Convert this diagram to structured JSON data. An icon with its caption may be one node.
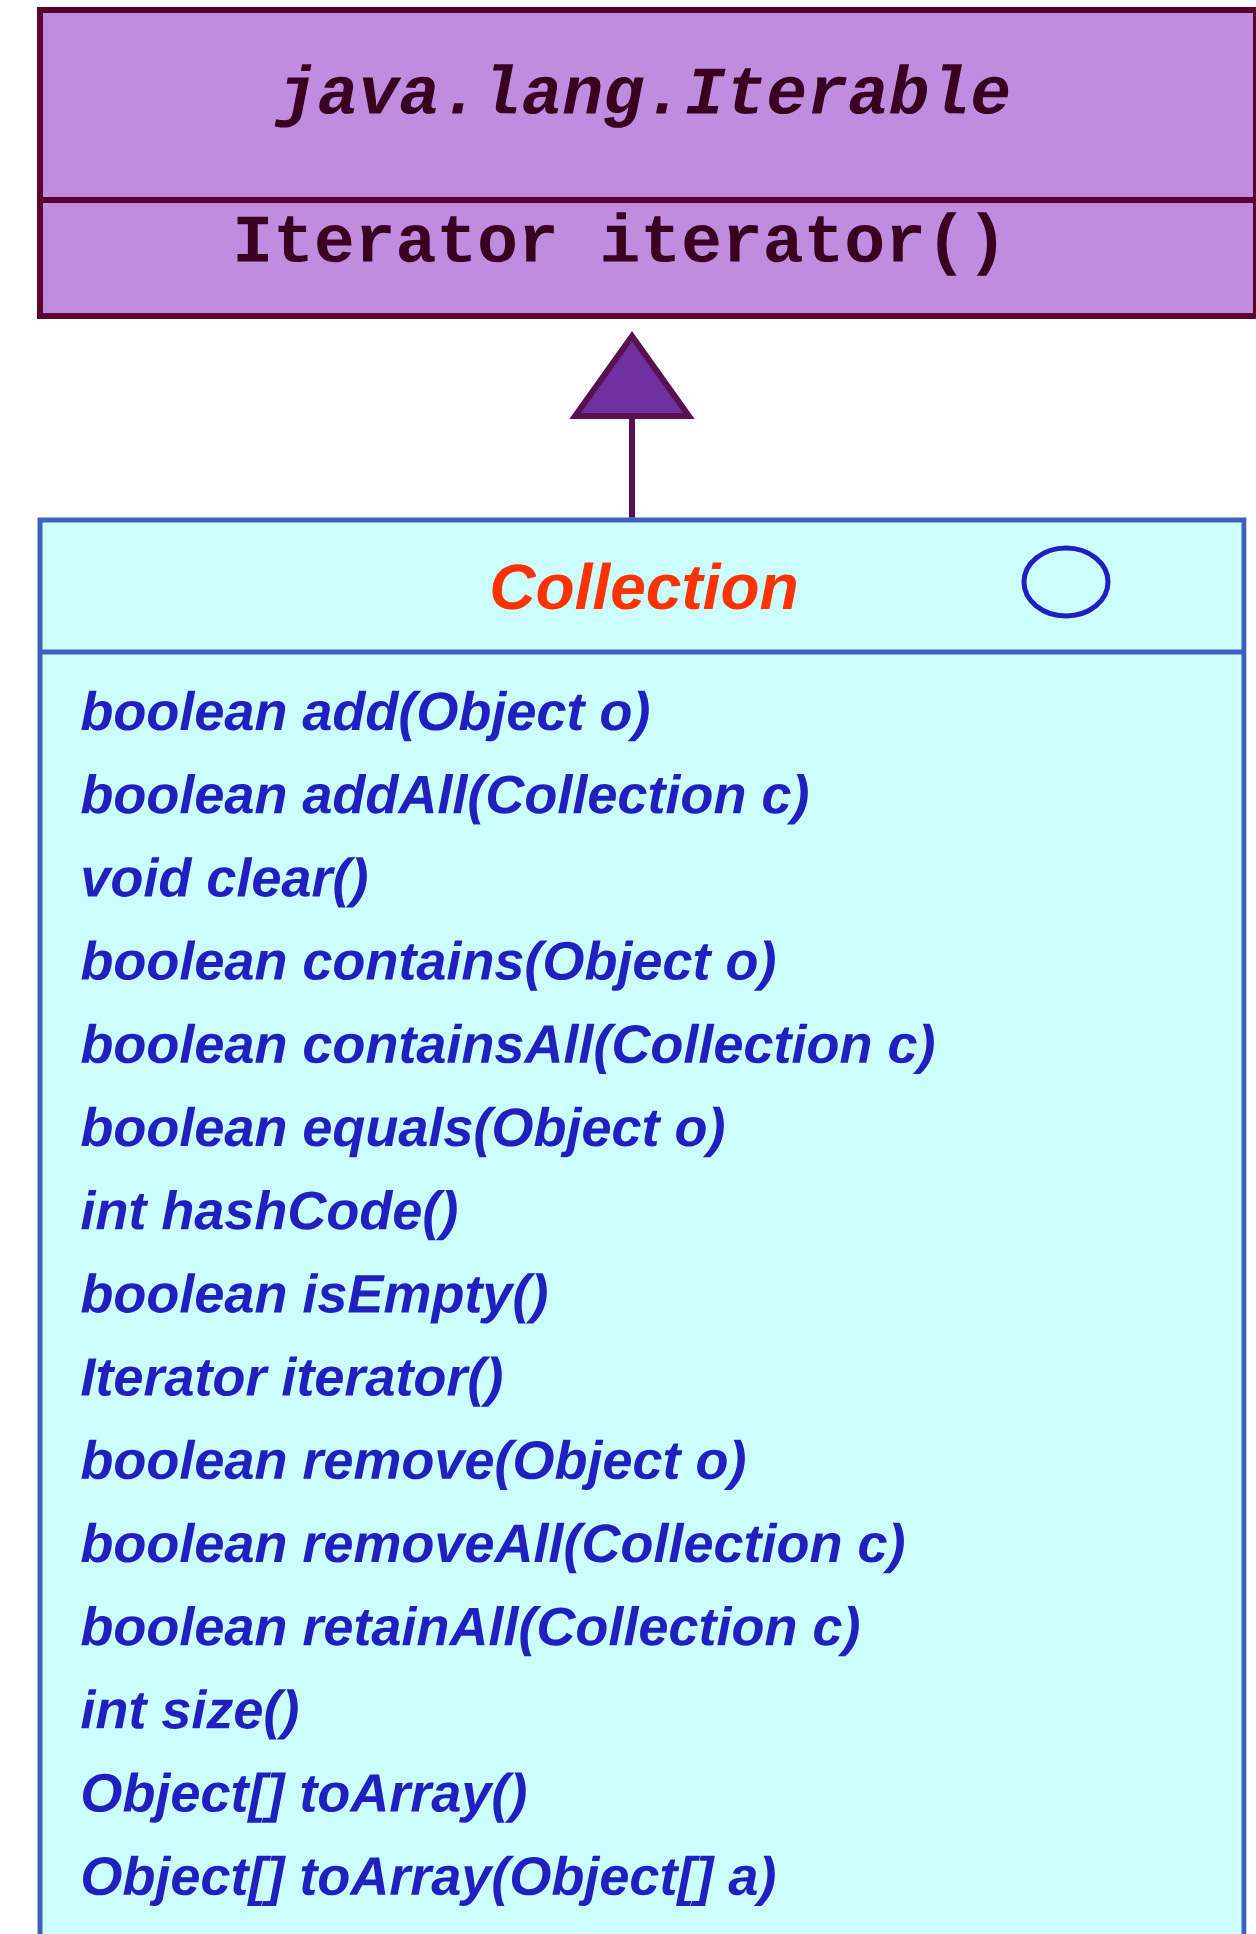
{
  "diagram": {
    "nodes": [
      {
        "text": [
          "java.lang.Iterable",
          "Iterator iterator()"
        ]
      },
      {
        "text": [
          "Collection",
          "boolean add(Object o)",
          "boolean addAll(Collection c)",
          "void clear()",
          "boolean contains(Object o)",
          "boolean containsAll(Collection c)",
          "boolean equals(Object o)",
          "int hashCode()",
          "boolean isEmpty()",
          "Iterator iterator()",
          "boolean remove(Object o)",
          "boolean removeAll(Collection c)",
          "boolean retainAll(Collection c)",
          "int size()",
          "Object[] toArray()",
          "Object[] toArray(Object[] a)"
        ]
      }
    ],
    "edges": [
      {
        "from": 1,
        "to": 0,
        "arrow": "to"
      }
    ]
  }
}
